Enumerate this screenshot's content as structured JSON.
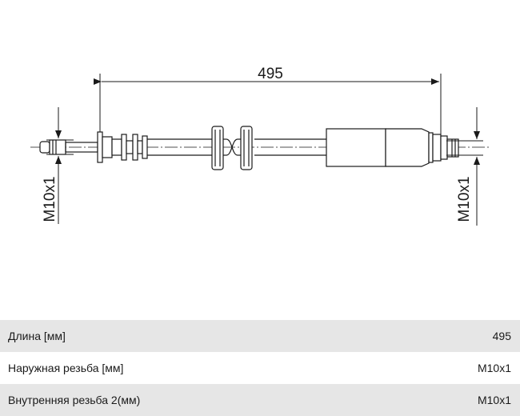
{
  "drawing": {
    "overall_length": "495",
    "left_thread": "M10x1",
    "right_thread": "M10x1"
  },
  "specs": [
    {
      "label": "Длина [мм]",
      "value": "495"
    },
    {
      "label": "Наружная резьба [мм]",
      "value": "M10x1"
    },
    {
      "label": "Внутренняя резьба 2(мм)",
      "value": "M10x1"
    }
  ]
}
